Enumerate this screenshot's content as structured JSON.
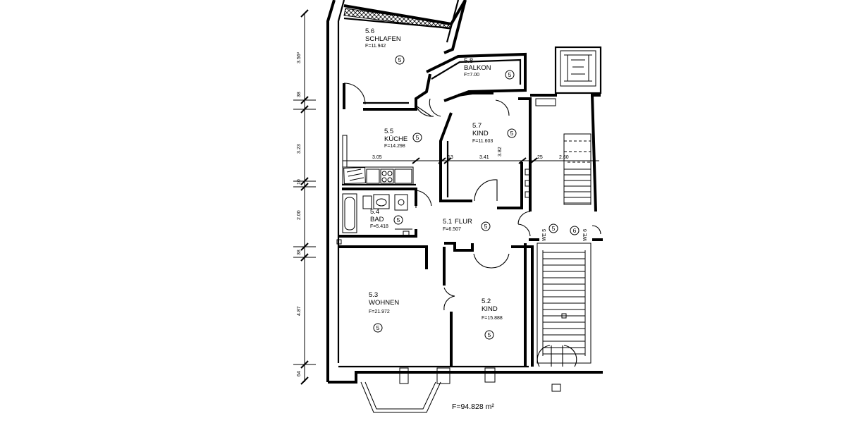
{
  "rooms": [
    {
      "number": "5.6",
      "name": "SCHLAFEN",
      "area": "F=11.942",
      "unit": "5"
    },
    {
      "number": "5.8",
      "name": "BALKON",
      "area": "F=7.00",
      "unit": "5"
    },
    {
      "number": "5.7",
      "name": "KIND",
      "area": "F=11.603",
      "unit": "5"
    },
    {
      "number": "5.5",
      "name": "KÜCHE",
      "area": "F=14.298",
      "unit": "5"
    },
    {
      "number": "5.4",
      "name": "BAD",
      "area": "F=5.418",
      "unit": "5"
    },
    {
      "number": "5.1",
      "name": "FLUR",
      "area": "F=6.507",
      "unit": "5"
    },
    {
      "number": "5.3",
      "name": "WOHNEN",
      "area": "F=21.972",
      "unit": "5"
    },
    {
      "number": "5.2",
      "name": "KIND",
      "area": "F=15.888",
      "unit": "5"
    }
  ],
  "neighbours": [
    {
      "label": "WE 5",
      "unit": "5"
    },
    {
      "label": "WE 6",
      "unit": "6"
    }
  ],
  "vertical_dimensions": [
    "3.56³",
    "38",
    "3.23",
    "10",
    "2.00",
    "38",
    "4.87",
    "64"
  ],
  "horizontal_dimensions": [
    "3.05",
    "13",
    "3.41",
    "3.82",
    "25",
    "2.60"
  ],
  "total_area": "F=94.828 m²",
  "colors": {
    "ink": "#000000",
    "paper": "#ffffff"
  }
}
